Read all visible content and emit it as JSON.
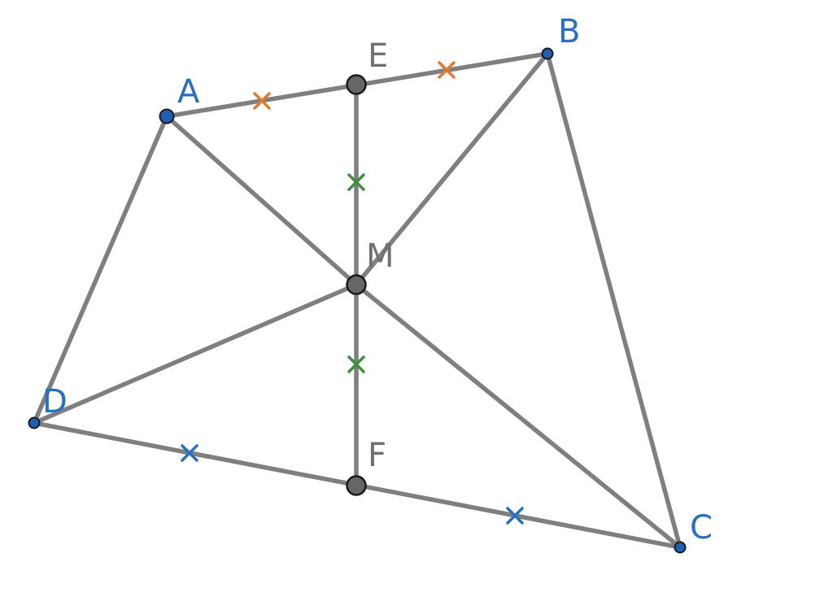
{
  "colors": {
    "segment": "#7f7f7f",
    "vertex_fill": "#1f5fb3",
    "vertex_label": "#2a6fbf",
    "midpoint_fill": "#666666",
    "midpoint_label": "#707070",
    "mark_ab": "#e07a2e",
    "mark_ef": "#3f8f3f",
    "mark_dc": "#2a6fbf"
  },
  "points": {
    "A": {
      "label": "A"
    },
    "B": {
      "label": "B"
    },
    "C": {
      "label": "C"
    },
    "D": {
      "label": "D"
    },
    "E": {
      "label": "E"
    },
    "F": {
      "label": "F"
    },
    "M": {
      "label": "M"
    }
  },
  "segments": [
    [
      "A",
      "B"
    ],
    [
      "B",
      "C"
    ],
    [
      "C",
      "D"
    ],
    [
      "D",
      "A"
    ],
    [
      "E",
      "F"
    ],
    [
      "A",
      "M"
    ],
    [
      "B",
      "M"
    ],
    [
      "C",
      "M"
    ],
    [
      "D",
      "M"
    ]
  ],
  "equal_marks": [
    {
      "group": "AE=EB",
      "icon": "x-mark-icon"
    },
    {
      "group": "EM=MF",
      "icon": "x-mark-icon"
    },
    {
      "group": "DF=FC",
      "icon": "x-mark-icon"
    }
  ]
}
